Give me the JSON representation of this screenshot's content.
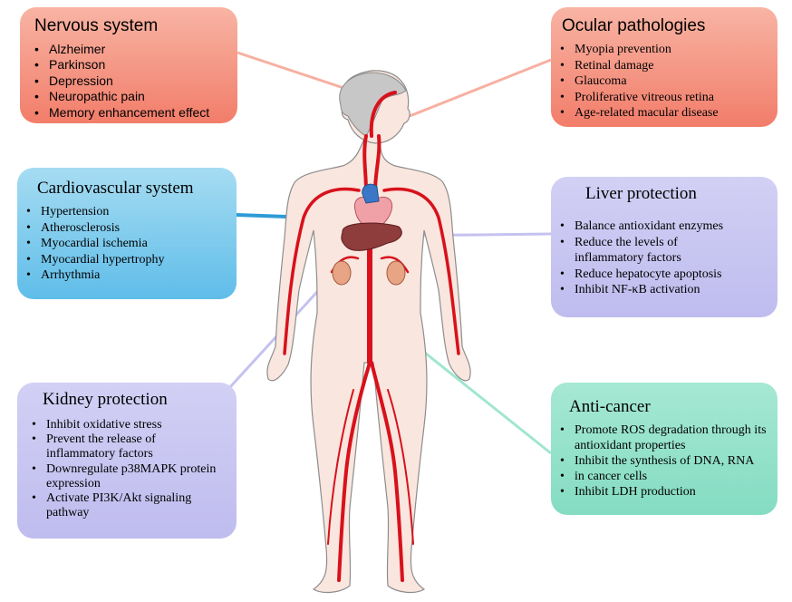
{
  "panels": {
    "nervous": {
      "title": "Nervous system",
      "items": [
        "Alzheimer",
        "Parkinson",
        "Depression",
        "Neuropathic pain",
        "Memory enhancement effect"
      ],
      "color": "#f27d6a"
    },
    "ocular": {
      "title": "Ocular pathologies",
      "items": [
        "Myopia prevention",
        "Retinal damage",
        "Glaucoma",
        "Proliferative  vitreous retina",
        "Age-related macular disease"
      ],
      "color": "#f27d6a"
    },
    "cardio": {
      "title": "Cardiovascular system",
      "items": [
        "Hypertension",
        "Atherosclerosis",
        "Myocardial ischemia",
        "Myocardial hypertrophy",
        "Arrhythmia"
      ],
      "color": "#5fbde9"
    },
    "liver": {
      "title": "Liver protection",
      "items": [
        "Balance antioxidant enzymes",
        "Reduce the levels of",
        "inflammatory factors",
        "Reduce hepatocyte apoptosis",
        "Inhibit NF-κB activation"
      ],
      "color": "#bfbcef"
    },
    "kidney": {
      "title": "Kidney protection",
      "items": [
        "Inhibit oxidative stress",
        "Prevent the release of",
        "inflammatory factors",
        "Downregulate p38MAPK protein",
        "expression",
        "Activate PI3K/Akt signaling",
        "pathway"
      ],
      "color": "#bfbcef"
    },
    "cancer": {
      "title": "Anti-cancer",
      "items": [
        "Promote ROS degradation through its",
        "antioxidant properties",
        "Inhibit the synthesis of DNA, RNA",
        " in cancer cells",
        "Inhibit LDH production"
      ],
      "color": "#84dcc1"
    }
  }
}
